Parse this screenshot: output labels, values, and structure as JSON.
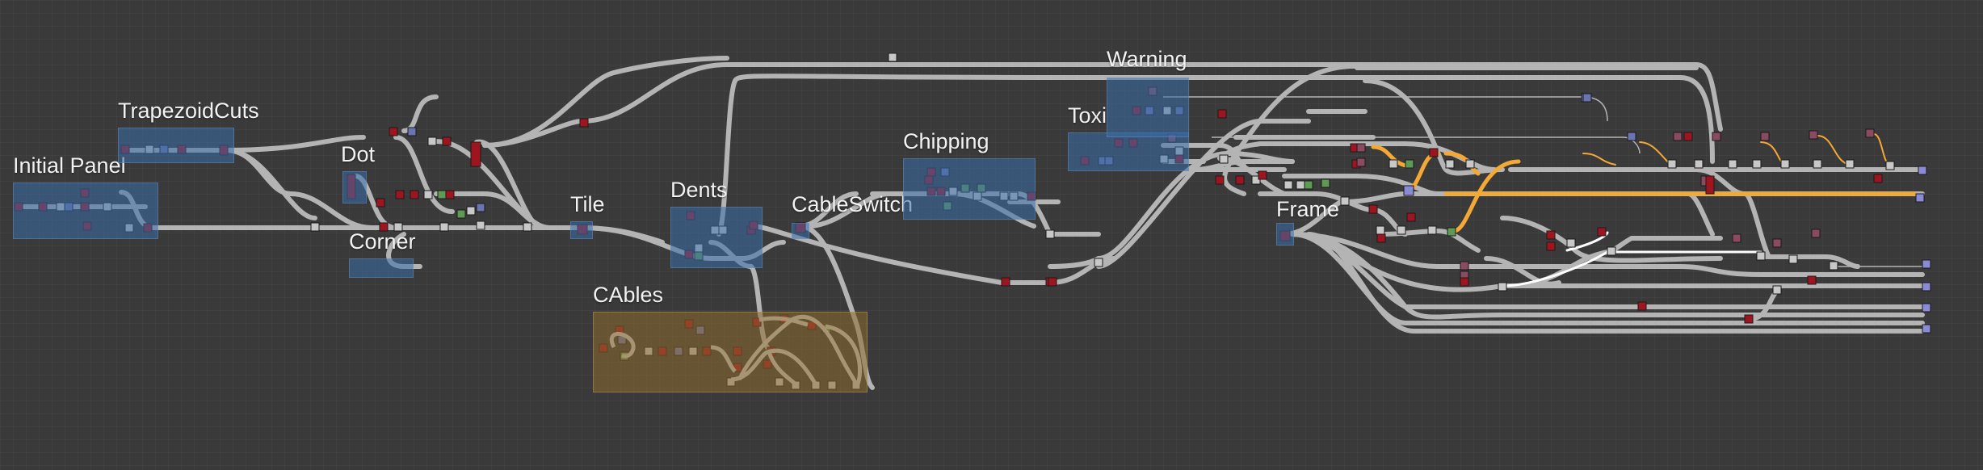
{
  "graph": {
    "frames": [
      {
        "id": "initial-panel",
        "title": "Initial Panel",
        "color": "#3a6eaa"
      },
      {
        "id": "trapezoid-cuts",
        "title": "TrapezoidCuts",
        "color": "#3a6eaa"
      },
      {
        "id": "dot",
        "title": "Dot",
        "color": "#3a6eaa"
      },
      {
        "id": "corner",
        "title": "Corner",
        "color": "#3a6eaa"
      },
      {
        "id": "tile",
        "title": "Tile",
        "color": "#3a6eaa"
      },
      {
        "id": "dents",
        "title": "Dents",
        "color": "#3a6eaa"
      },
      {
        "id": "cables",
        "title": "CAbles",
        "color": "#8c692d"
      },
      {
        "id": "cable-switch",
        "title": "CableSwitch",
        "color": "#3a6eaa"
      },
      {
        "id": "chipping",
        "title": "Chipping",
        "color": "#3a6eaa"
      },
      {
        "id": "toxi",
        "title": "Toxi",
        "color": "#3a6eaa"
      },
      {
        "id": "warning",
        "title": "Warning",
        "color": "#3a6eaa"
      },
      {
        "id": "frame",
        "title": "Frame",
        "color": "#3a6eaa"
      }
    ]
  },
  "colors": {
    "background": "#3a3a3a",
    "wire": "#b4b4b4",
    "wire_highlight": "#f4a835",
    "wire_selected": "#ffffff",
    "node_red": "#9e1520",
    "node_gray": "#c8c8c8",
    "node_blue": "#6a74b0",
    "node_green": "#5f9a55",
    "node_pink": "#8a4a60",
    "node_violet": "#8a8ad6"
  }
}
